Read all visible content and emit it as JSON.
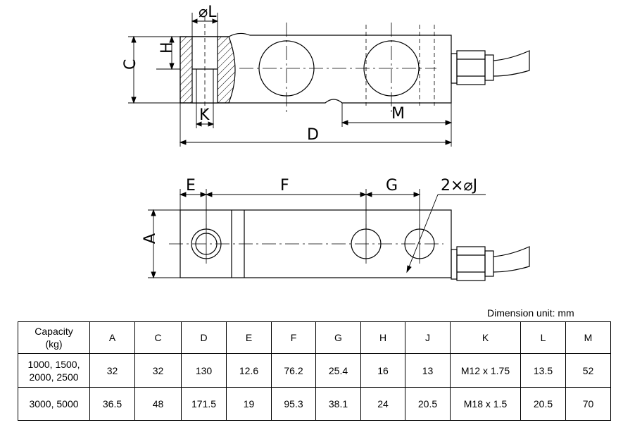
{
  "drawing": {
    "labels": {
      "phi_l": "⌀L",
      "h": "H",
      "c": "C",
      "k": "K",
      "m": "M",
      "d": "D",
      "e": "E",
      "f": "F",
      "g": "G",
      "two_phi_j": "2×⌀J",
      "a": "A"
    }
  },
  "unit_note": "Dimension unit: mm",
  "table": {
    "headers": [
      "Capacity\n(kg)",
      "A",
      "C",
      "D",
      "E",
      "F",
      "G",
      "H",
      "J",
      "K",
      "L",
      "M"
    ],
    "rows": [
      [
        "1000, 1500,\n2000, 2500",
        "32",
        "32",
        "130",
        "12.6",
        "76.2",
        "25.4",
        "16",
        "13",
        "M12 x 1.75",
        "13.5",
        "52"
      ],
      [
        "3000, 5000",
        "36.5",
        "48",
        "171.5",
        "19",
        "95.3",
        "38.1",
        "24",
        "20.5",
        "M18 x 1.5",
        "20.5",
        "70"
      ]
    ]
  }
}
